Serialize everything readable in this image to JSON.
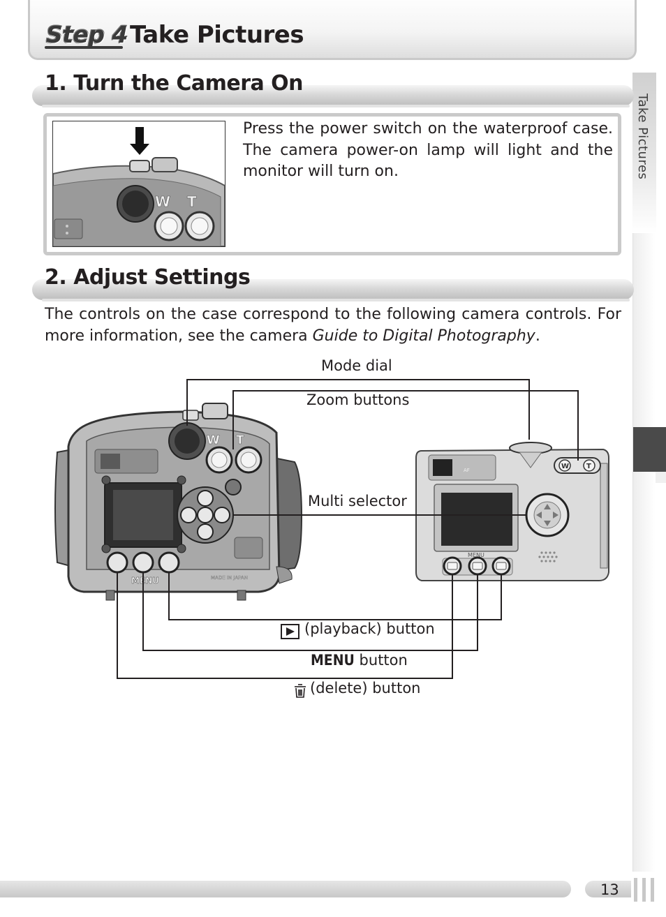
{
  "header": {
    "step_label": "Step 4",
    "title": "Take Pictures"
  },
  "side_tab": {
    "label": "Take Pictures"
  },
  "section1": {
    "title": "1. Turn the Camera On",
    "body": "Press the power switch on the waterproof case. The camera power-on lamp will light and the monitor will turn on.",
    "photo_labels": {
      "w": "W",
      "t": "T"
    }
  },
  "section2": {
    "title": "2. Adjust Settings",
    "body_before": "The controls on the case correspond to the following camera controls.  For more information, see the camera ",
    "body_italic": "Guide to Digital Photography",
    "body_after": ".",
    "labels": {
      "mode_dial": "Mode dial",
      "zoom_buttons": "Zoom buttons",
      "multi_selector": "Multi selector",
      "playback_button": "(playback) button",
      "menu_word": "MENU",
      "menu_button": " button",
      "delete_button": "(delete) button"
    },
    "case_labels": {
      "w": "W",
      "t": "T",
      "menu": "MENU",
      "made_in": "MADE IN JAPAN"
    },
    "camera_labels": {
      "w": "W",
      "t": "T",
      "menu": "MENU",
      "af": "AF"
    }
  },
  "footer": {
    "page_number": "13"
  }
}
